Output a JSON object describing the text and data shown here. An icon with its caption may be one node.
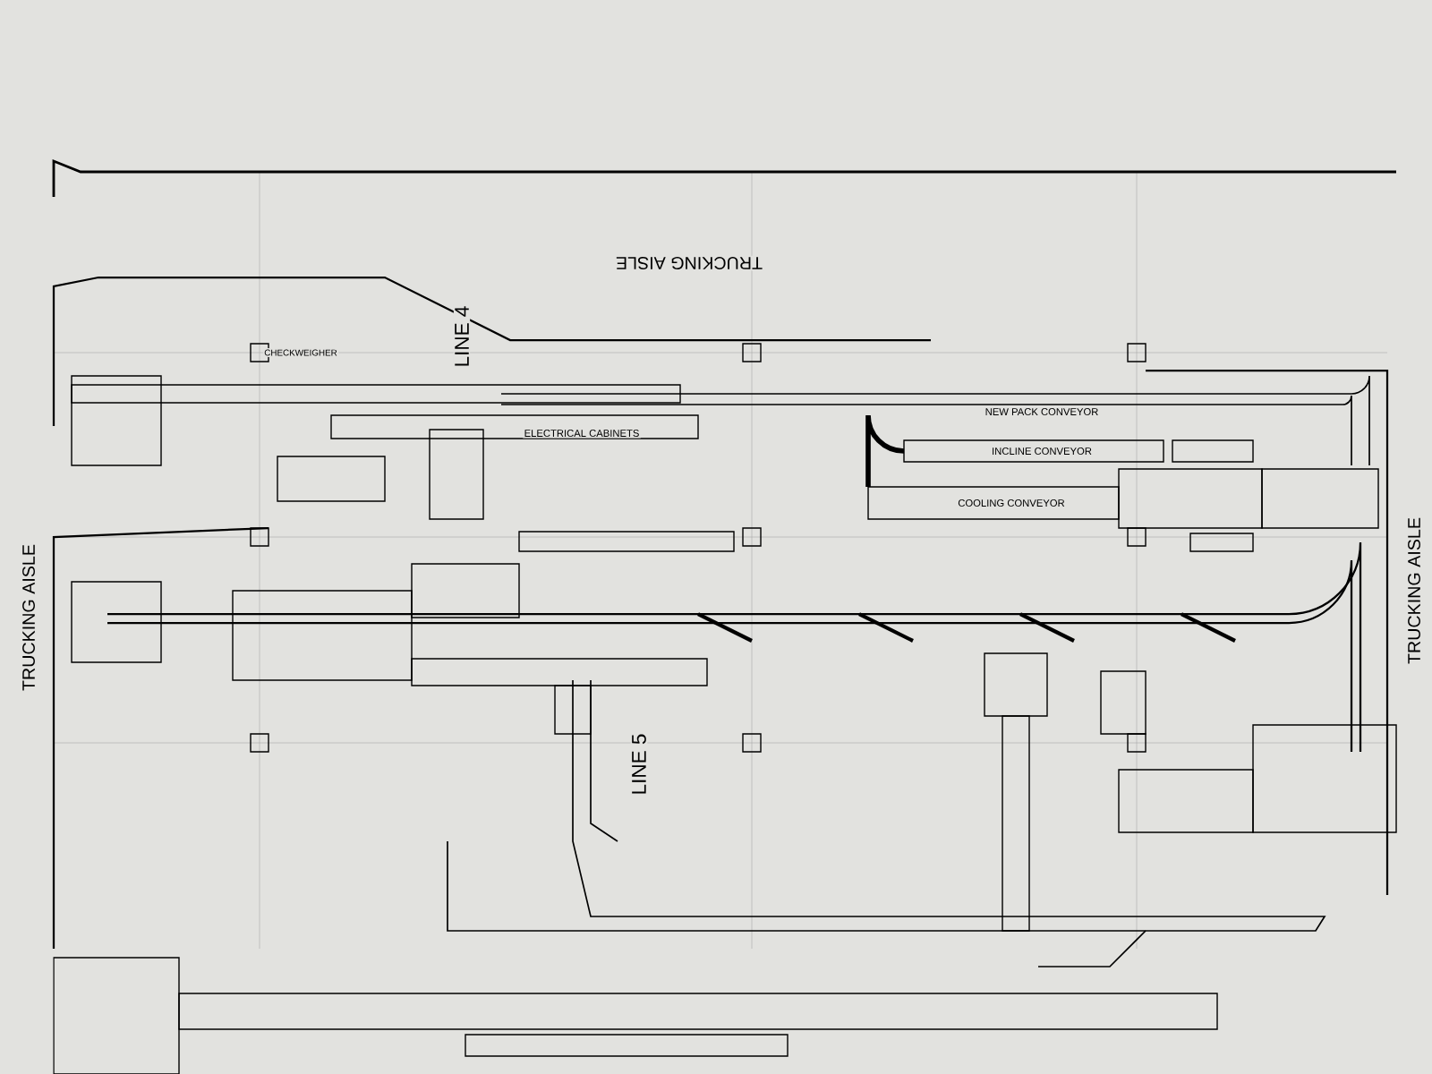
{
  "diagram": {
    "labels": [
      "TRUCKING AISLE",
      "TRUCKING AISLE",
      "TRUCKING AISLE",
      "LINE 4",
      "CHECKWEIGHER",
      "ELECTRICAL CABINETS",
      "NEW PACK CONVEYOR",
      "INCLINE CONVEYOR",
      "COOLING CONVEYOR",
      "LINE 5"
    ]
  }
}
